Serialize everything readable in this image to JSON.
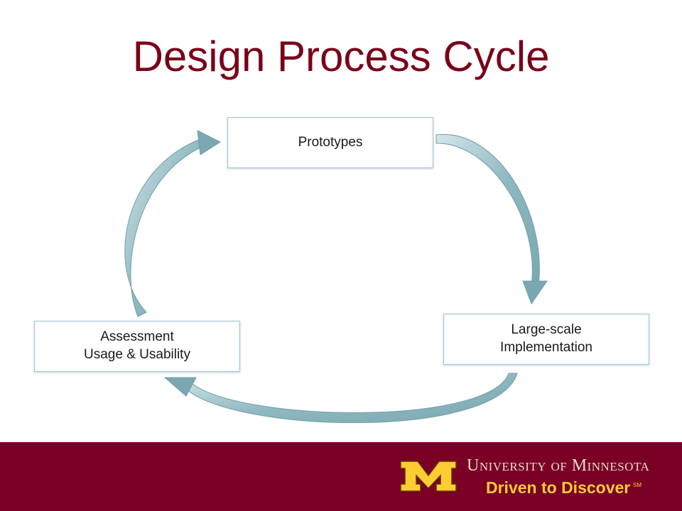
{
  "title": "Design Process Cycle",
  "nodes": {
    "prototypes": [
      "Prototypes"
    ],
    "implementation": [
      "Large-scale",
      "Implementation"
    ],
    "assessment": [
      "Assessment",
      "Usage & Usability"
    ]
  },
  "footer": {
    "university": "University of Minnesota",
    "tagline": "Driven to Discover",
    "sm": "SM"
  },
  "colors": {
    "title": "#7a0019",
    "footer_bg": "#7a0026",
    "arrow": "#8fb8c0",
    "logo_gold": "#ffcc33"
  }
}
